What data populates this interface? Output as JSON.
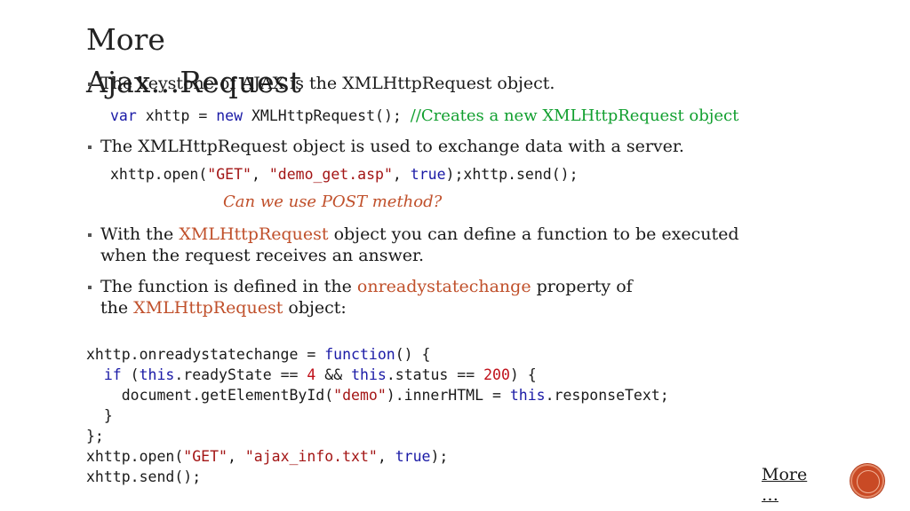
{
  "slide": {
    "title_line1": "More",
    "title_line2": "Ajax…Request"
  },
  "bullets": [
    {
      "text_before": "The keystone of AJAX is the ",
      "text_highlight": "XMLHttpRequest object."
    },
    {
      "text": "The XMLHttpRequest object is used to exchange data with a server."
    },
    {
      "text_before": "With the ",
      "highlight": "XMLHttpRequest",
      "text_after": " object you can define a function to be executed",
      "line2": "when the request receives an answer."
    },
    {
      "text_before": "The function is defined in the ",
      "highlight": "onreadystatechange",
      "text_after": " property of",
      "line2_before": "the ",
      "line2_highlight": "XMLHttpRequest",
      "line2_after": " object:"
    }
  ],
  "code_snippets": {
    "line1_kw": "var",
    "line1_mid1": " xhttp = ",
    "line1_kw2": "new",
    "line1_mid2": " XMLHttpRequest(); ",
    "line1_comment": "//Creates a new XMLHttpRequest object",
    "line2_a": "xhttp.open(",
    "line2_s1": "\"GET\"",
    "line2_b": ", ",
    "line2_s2": "\"demo_get.asp\"",
    "line2_c": ", ",
    "line2_kw": "true",
    "line2_d": ");xhttp.send();"
  },
  "note": "Can we use POST method?",
  "block": {
    "l1_a": "xhttp.onreadystatechange = ",
    "l1_kw": "function",
    "l1_b": "() {",
    "l2_indent": "  ",
    "l2_kw": "if",
    "l2_a": " (",
    "l2_this": "this",
    "l2_b": ".readyState == ",
    "l2_num1": "4",
    "l2_c": " && ",
    "l2_this2": "this",
    "l2_d": ".status == ",
    "l2_num2": "200",
    "l2_e": ") {",
    "l3_a": "    document.getElementById(",
    "l3_str": "\"demo\"",
    "l3_b": ").innerHTML = ",
    "l3_this": "this",
    "l3_c": ".responseText;",
    "l4": "  }",
    "l5": "};",
    "l6_a": "xhttp.open(",
    "l6_s1": "\"GET\"",
    "l6_b": ", ",
    "l6_s2": "\"ajax_info.txt\"",
    "l6_c": ", ",
    "l6_kw": "true",
    "l6_d": ");",
    "l7": "xhttp.send();"
  },
  "footer": {
    "more_line1": "More",
    "more_line2": "…"
  },
  "colors": {
    "highlight": "#c0502b",
    "keyword": "#1a1aa6",
    "string": "#a31515",
    "comment": "#119f2f",
    "logo": "#c94a25"
  }
}
